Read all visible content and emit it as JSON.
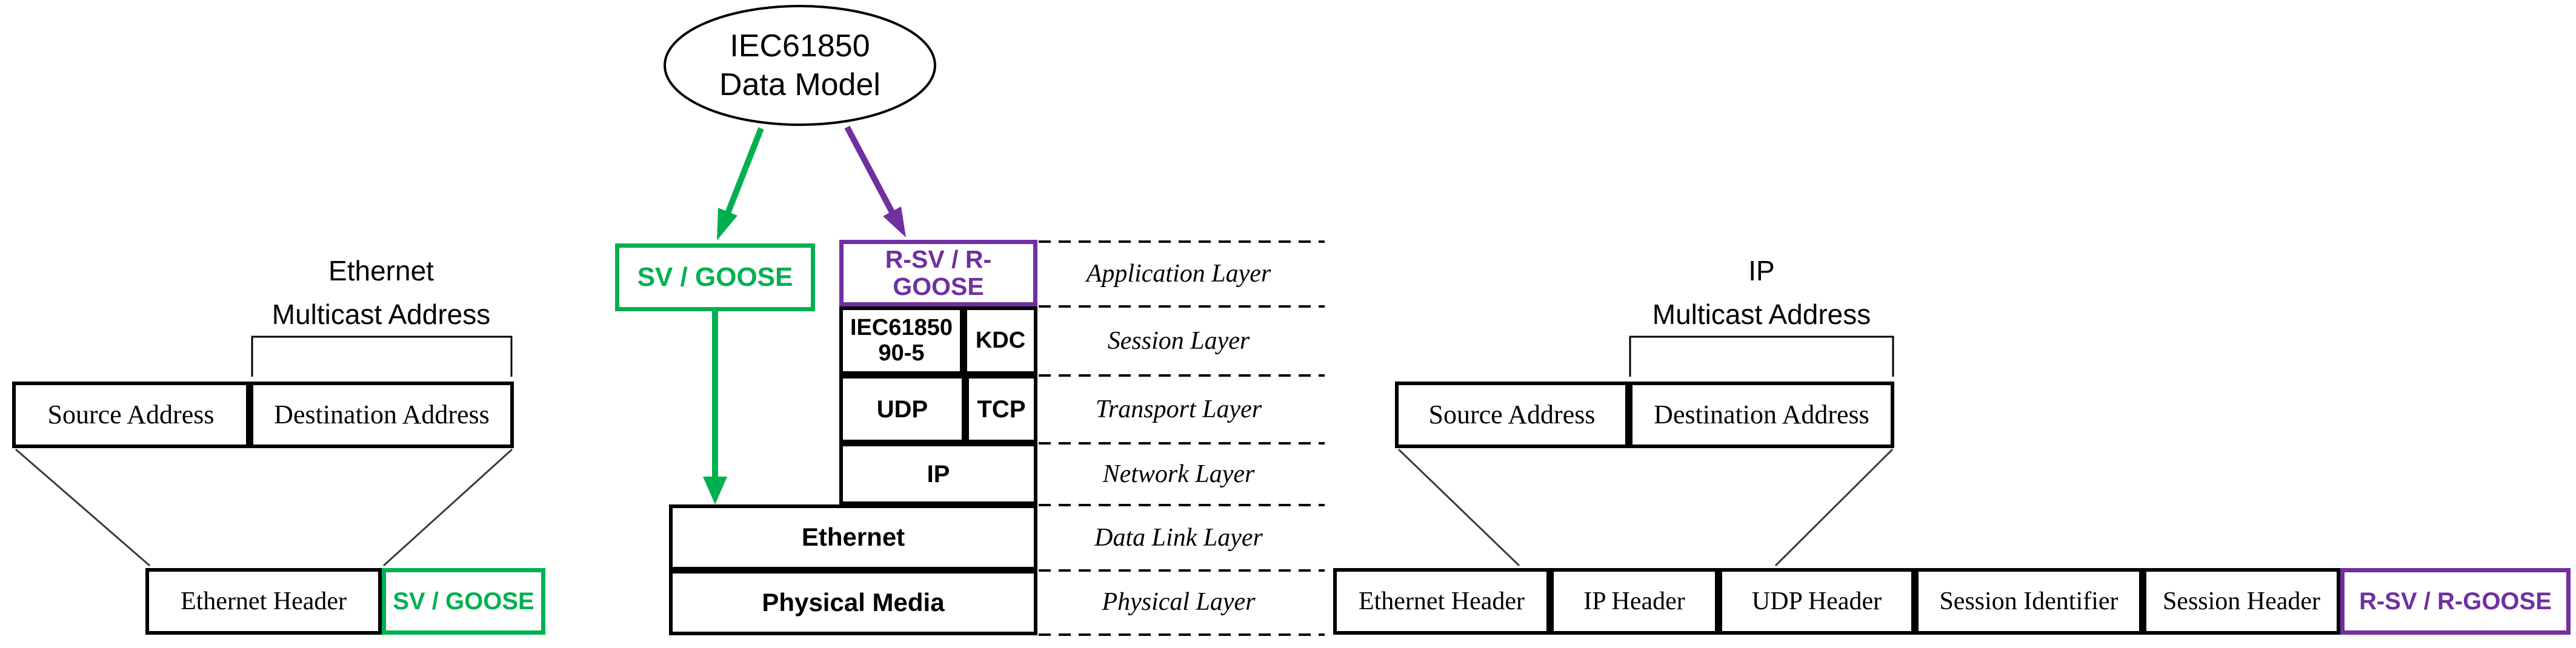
{
  "colors": {
    "green": "#00B050",
    "purple": "#7030A0",
    "black": "#000000"
  },
  "data_model": {
    "line1": "IEC61850",
    "line2": "Data Model"
  },
  "protocol_stack": {
    "sv_goose": "SV / GOOSE",
    "r_sv_r_goose": "R-SV / R-GOOSE",
    "iec61850_line1": "IEC61850",
    "iec61850_line2": "90-5",
    "kdc": "KDC",
    "udp": "UDP",
    "tcp": "TCP",
    "ip": "IP",
    "ethernet": "Ethernet",
    "physical_media": "Physical Media"
  },
  "osi_layers": {
    "application": "Application Layer",
    "session": "Session Layer",
    "transport": "Transport Layer",
    "network": "Network Layer",
    "data_link": "Data Link Layer",
    "physical": "Physical Layer"
  },
  "ethernet_frame": {
    "title_line1": "Ethernet",
    "title_line2": "Multicast Address",
    "source": "Source Address",
    "destination": "Destination Address",
    "header": "Ethernet Header",
    "payload": "SV / GOOSE"
  },
  "ip_packet": {
    "title_line1": "IP",
    "title_line2": "Multicast Address",
    "source": "Source Address",
    "destination": "Destination Address",
    "ethernet_header": "Ethernet Header",
    "ip_header": "IP Header",
    "udp_header": "UDP Header",
    "session_identifier": "Session Identifier",
    "session_header": "Session Header",
    "payload": "R-SV / R-GOOSE"
  }
}
